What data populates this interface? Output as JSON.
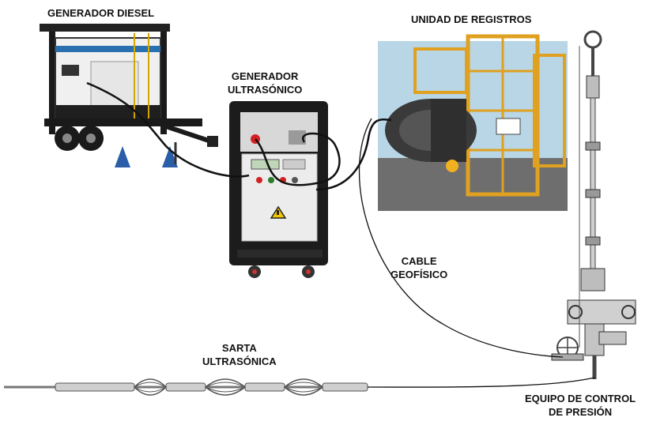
{
  "labels": {
    "diesel_generator": "GENERADOR DIESEL",
    "ultrasonic_generator": [
      "GENERADOR",
      "ULTRASÓNICO"
    ],
    "logging_unit": "UNIDAD DE REGISTROS",
    "geophysical_cable": [
      "CABLE",
      "GEOFÍSICO"
    ],
    "ultrasonic_string": [
      "SARTA",
      "ULTRASÓNICA"
    ],
    "pressure_control": [
      "EQUIPO DE CONTROL",
      "DE PRESIÓN"
    ]
  },
  "colors": {
    "cable": "#111111",
    "cabinet": "#1c1c1c",
    "cage_frame": "#e0a020",
    "trailer_frame": "#1a1a1a",
    "generator_panel": "#f2f2f2",
    "accent_blue": "#2a6fb0",
    "wellhead": "#444444"
  }
}
